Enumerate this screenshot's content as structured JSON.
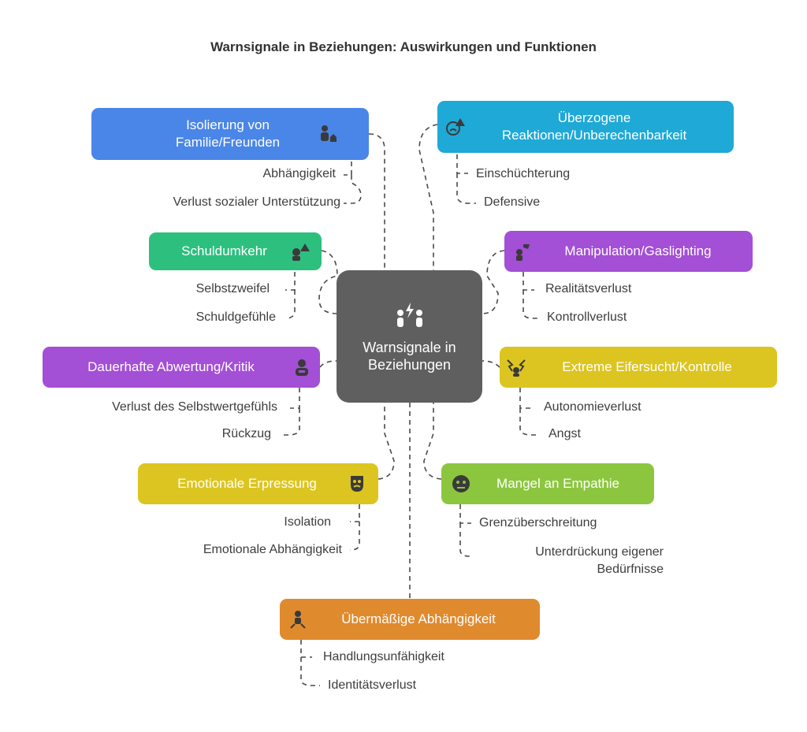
{
  "title": "Warnsignale in Beziehungen: Auswirkungen und Funktionen",
  "center": {
    "label": "Warnsignale in Beziehungen",
    "icon": "people-conflict-icon"
  },
  "nodes": [
    {
      "id": "isolierung",
      "label": "Isolierung von Familie/Freunden",
      "color": "#4a86e8",
      "icon": "isolated-person-icon",
      "items": [
        "Abhängigkeit",
        "Verlust sozialer Unterstützung"
      ]
    },
    {
      "id": "reaktionen",
      "label": "Überzogene Reaktionen/Unberechenbarkeit",
      "color": "#1fa9d6",
      "icon": "angry-face-warning-icon",
      "items": [
        "Einschüchterung",
        "Defensive"
      ]
    },
    {
      "id": "schuldumkehr",
      "label": "Schuldumkehr",
      "color": "#2dbf7e",
      "icon": "person-warning-icon",
      "items": [
        "Selbstzweifel",
        "Schuldgefühle"
      ]
    },
    {
      "id": "manipulation",
      "label": "Manipulation/Gaslighting",
      "color": "#a34fd6",
      "icon": "puppet-hand-icon",
      "items": [
        "Realitätsverlust",
        "Kontrollverlust"
      ]
    },
    {
      "id": "abwertung",
      "label": "Dauerhafte Abwertung/Kritik",
      "color": "#a34fd6",
      "icon": "criticized-person-icon",
      "items": [
        "Verlust des Selbstwertgefühls",
        "Rückzug"
      ]
    },
    {
      "id": "eifersucht",
      "label": "Extreme Eifersucht/Kontrolle",
      "color": "#dcc520",
      "icon": "jealous-faces-icon",
      "items": [
        "Autonomieverlust",
        "Angst"
      ]
    },
    {
      "id": "erpressung",
      "label": "Emotionale Erpressung",
      "color": "#dcc520",
      "icon": "theater-mask-icon",
      "items": [
        "Isolation",
        "Emotionale Abhängigkeit"
      ]
    },
    {
      "id": "empathie",
      "label": "Mangel an Empathie",
      "color": "#8cc63f",
      "icon": "cold-face-icon",
      "items": [
        "Grenzüberschreitung",
        "Unterdrückung eigener Bedürfnisse"
      ]
    },
    {
      "id": "abhaengigkeit",
      "label": "Übermäßige Abhängigkeit",
      "color": "#e08a2e",
      "icon": "dependent-person-icon",
      "items": [
        "Handlungsunfähigkeit",
        "Identitätsverlust"
      ]
    }
  ]
}
